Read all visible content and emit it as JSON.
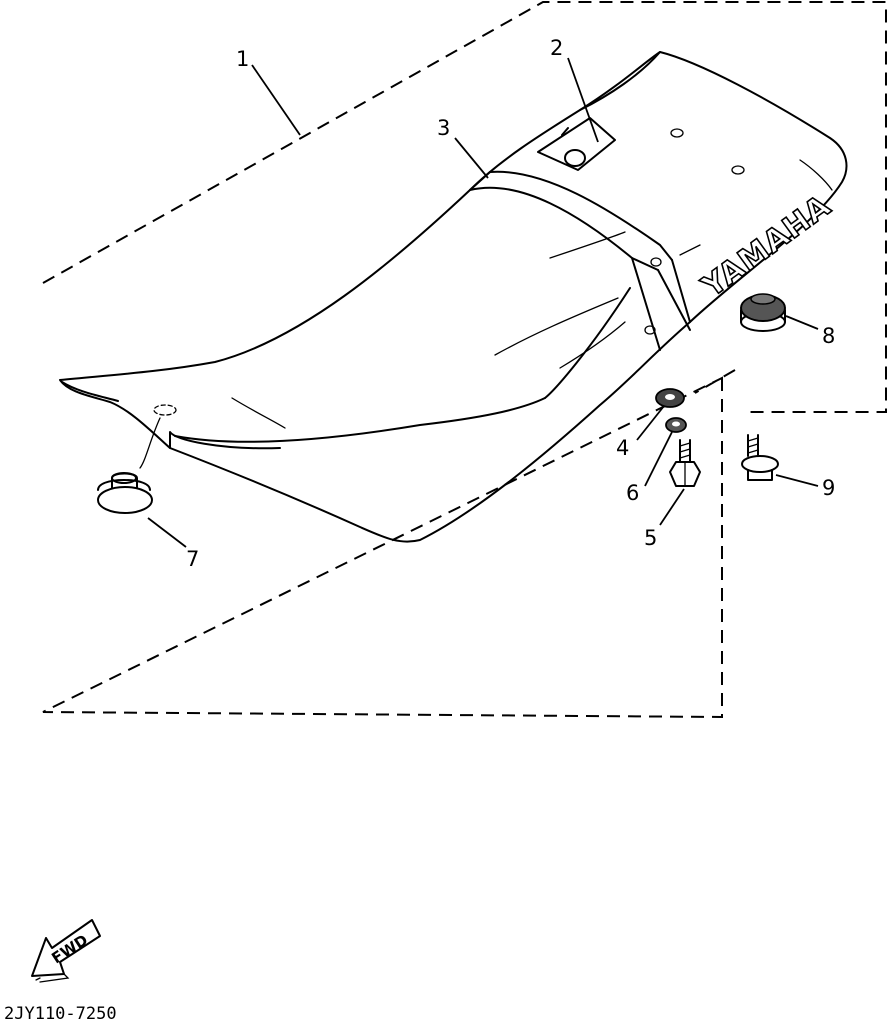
{
  "diagram": {
    "callouts": [
      {
        "id": "1",
        "text": "1"
      },
      {
        "id": "2",
        "text": "2"
      },
      {
        "id": "3",
        "text": "3"
      },
      {
        "id": "4",
        "text": "4"
      },
      {
        "id": "5",
        "text": "5"
      },
      {
        "id": "6",
        "text": "6"
      },
      {
        "id": "7",
        "text": "7"
      },
      {
        "id": "8",
        "text": "8"
      },
      {
        "id": "9",
        "text": "9"
      }
    ],
    "brand_text": "YAMAHA",
    "direction_label": "FWD",
    "drawing_code": "2JY110-7250"
  }
}
